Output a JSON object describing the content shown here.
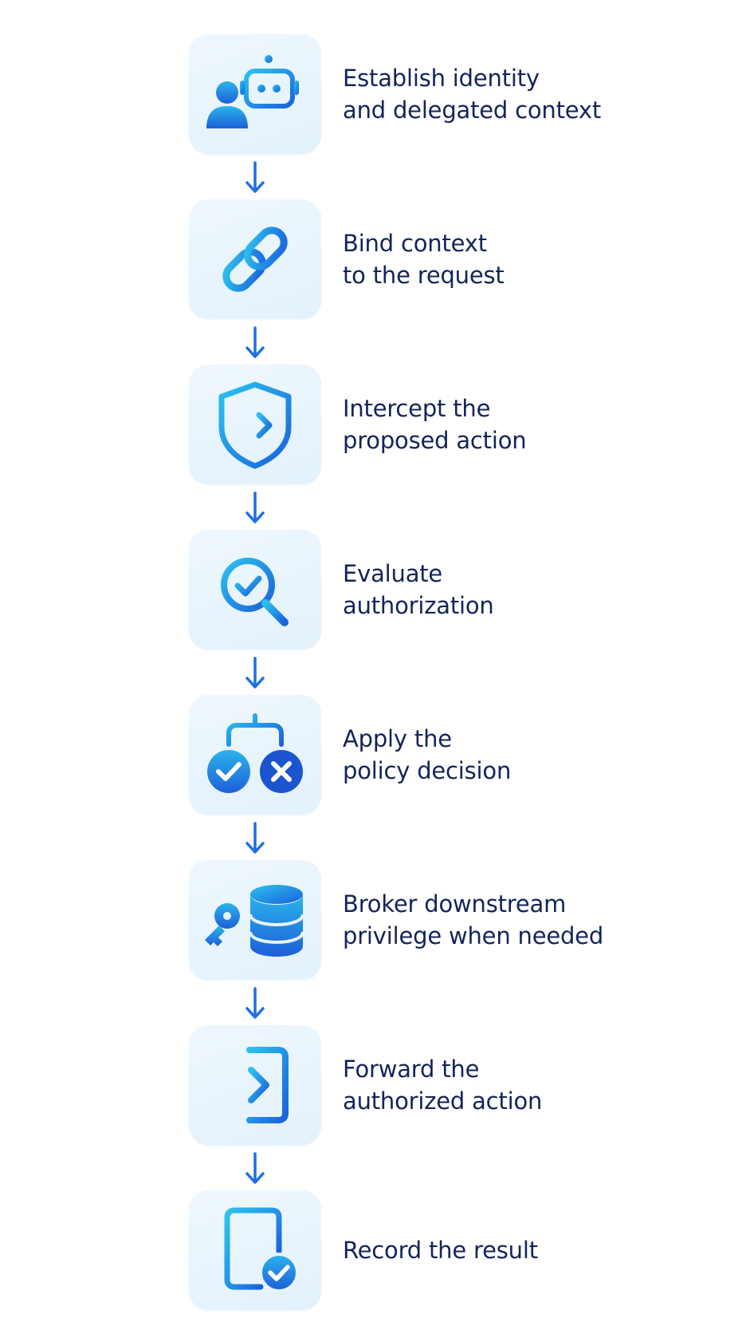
{
  "accent_colors": {
    "primary_blue": "#1f6fe0",
    "light_cyan": "#29b0e6",
    "tile_background": "#e8f4fc",
    "text": "#14245a"
  },
  "steps": [
    {
      "icon": "user-robot-icon",
      "lines": [
        "Establish identity",
        "and delegated context"
      ]
    },
    {
      "icon": "link-icon",
      "lines": [
        "Bind context",
        "to the request"
      ]
    },
    {
      "icon": "shield-arrow-icon",
      "lines": [
        "Intercept the",
        "proposed action"
      ]
    },
    {
      "icon": "magnifier-check-icon",
      "lines": [
        "Evaluate",
        "authorization"
      ]
    },
    {
      "icon": "branch-decision-icon",
      "lines": [
        "Apply the",
        "policy decision"
      ]
    },
    {
      "icon": "key-database-icon",
      "lines": [
        "Broker downstream",
        "privilege when needed"
      ]
    },
    {
      "icon": "enter-arrow-icon",
      "lines": [
        "Forward the",
        "authorized action"
      ]
    },
    {
      "icon": "document-check-icon",
      "lines": [
        "Record the result"
      ]
    }
  ]
}
